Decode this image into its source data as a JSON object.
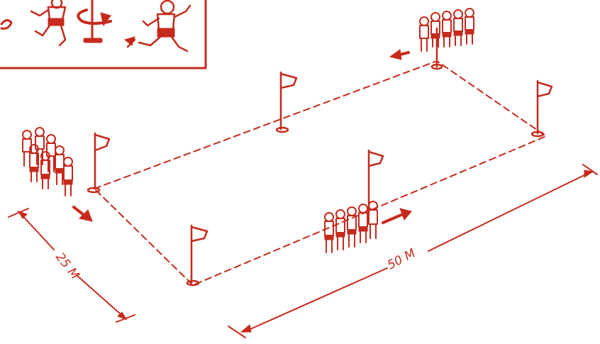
{
  "diagram": {
    "ink_color": "#c62a1c",
    "background": "#ffffff",
    "width_label": "25 M",
    "length_label": "50 M",
    "markers": [
      "flag",
      "flag",
      "flag",
      "flag",
      "flag",
      "flag"
    ],
    "groups": [
      "players-group",
      "players-group",
      "players-group"
    ],
    "inset": "player-running-around-flag-sketch"
  }
}
